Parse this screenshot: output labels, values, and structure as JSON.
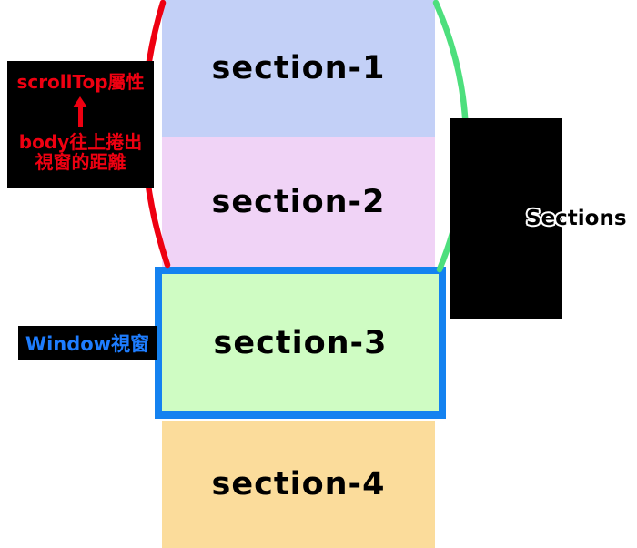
{
  "sections": [
    {
      "label": "section-1"
    },
    {
      "label": "section-2"
    },
    {
      "label": "section-3"
    },
    {
      "label": "section-4"
    }
  ],
  "annotations": {
    "scrolltop": {
      "title": "scrollTop屬性",
      "icon": "up-arrow",
      "desc_line1": "body往上捲出",
      "desc_line2": "視窗的距離"
    },
    "viewport": {
      "label": "Window視窗"
    },
    "sections_group": {
      "label": "Sections"
    }
  },
  "colors": {
    "section1_bg": "#c3d0f7",
    "section2_bg": "#f0d3f6",
    "section3_bg": "#cffcc3",
    "section4_bg": "#fbdc9b",
    "viewport_border": "#1482f0",
    "scrolltop_red": "#ee0011",
    "bracket_green": "#4ddf7d",
    "viewport_label_blue": "#1e7dff",
    "annotation_box_bg": "#000000"
  }
}
